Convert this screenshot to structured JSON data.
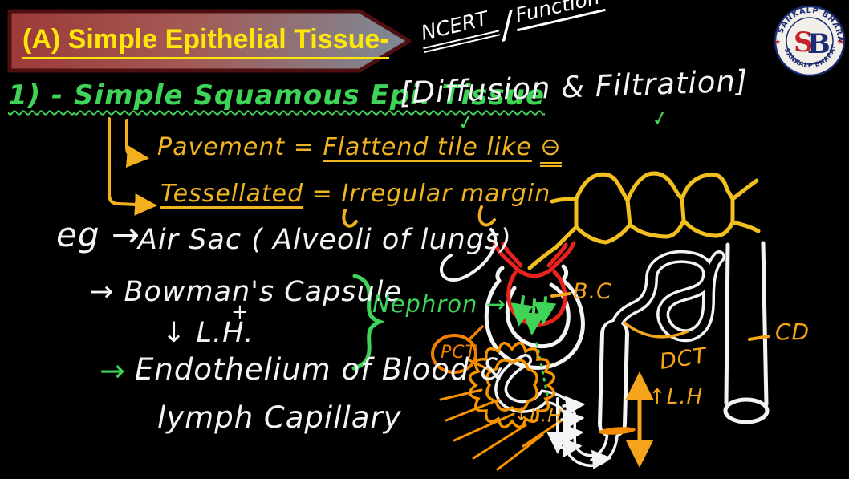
{
  "banner": {
    "label": "(A) Simple Epithelial Tissue-"
  },
  "top_note": {
    "ncert": "NCERT",
    "slash": "/",
    "fn": "Function"
  },
  "logo": {
    "brand_top": "SANKALP BHARAT",
    "brand_bottom": "SANKALP BHARAT",
    "s": "S",
    "b": "B"
  },
  "heading": {
    "prefix": "1) - ",
    "title": "Simple Squamous Epi. Tissue"
  },
  "functions_note": {
    "text": "[Diffusion & Filtration]"
  },
  "icons": {
    "check": "✓"
  },
  "definitions": {
    "pavement": {
      "term": "Pavement",
      "eq": " = ",
      "def": "Flattend tile like",
      "sym": "⊖"
    },
    "tessellated": {
      "term": "Tessellated",
      "eq": " = ",
      "def": "Irregular margin"
    }
  },
  "examples": {
    "eg": "eg →",
    "air_sac": "Air Sac ( Alveoli of lungs)",
    "bowmans": "→ Bowman's Capsule",
    "plus": "+",
    "loop_henle": "↓ L.H.",
    "nephron": "Nephron →",
    "endo_arrow": "→",
    "endo_line1": "Endothelium of Blood &",
    "endo_line2": "lymph Capillary"
  },
  "nephron_labels": {
    "bc": "B.C",
    "pct": "PCT",
    "dct": "DCT",
    "cd": "CD",
    "lh_down": "↓L.H",
    "lh_up": "↑L.H"
  },
  "colors": {
    "green": "#3fd357",
    "yellow": "#f2c01e",
    "orange": "#f59300",
    "red": "#e8231e",
    "banner_text": "#ffe60a",
    "logo_navy": "#1c2c74",
    "logo_red": "#c4232b"
  }
}
